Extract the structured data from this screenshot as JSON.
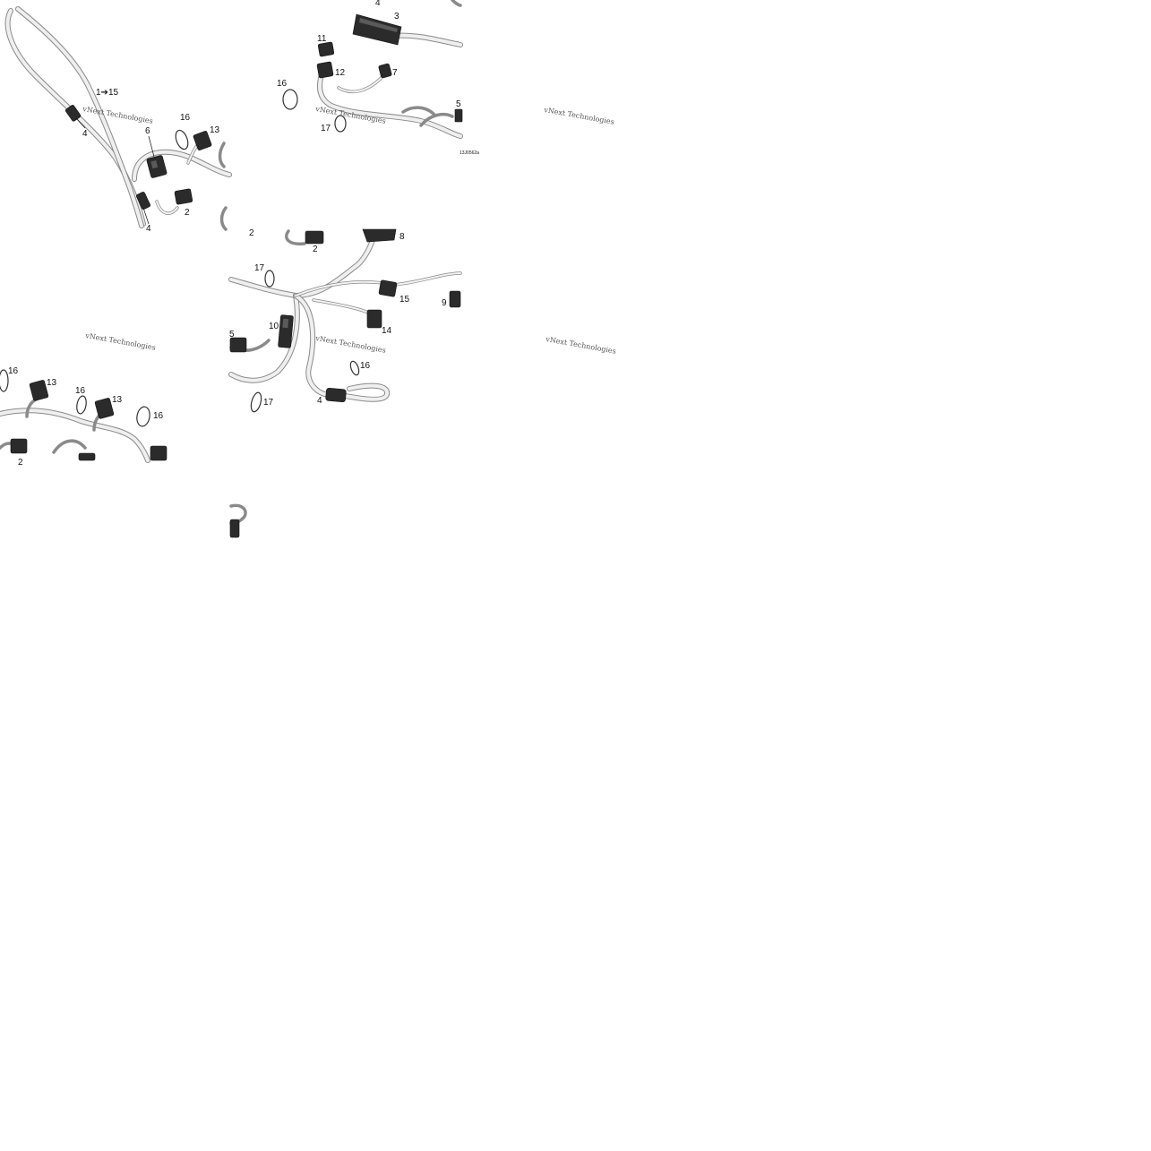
{
  "diagram": {
    "reference_code": "13J0562a",
    "watermark": "vNext Technologies",
    "callouts": {
      "range": "1➔15",
      "n2": "2",
      "n3": "3",
      "n4": "4",
      "n5": "5",
      "n6": "6",
      "n7": "7",
      "n8": "8",
      "n9": "9",
      "n10": "10",
      "n11": "11",
      "n12": "12",
      "n13": "13",
      "n14": "14",
      "n15": "15",
      "n16": "16",
      "n17": "17"
    }
  }
}
